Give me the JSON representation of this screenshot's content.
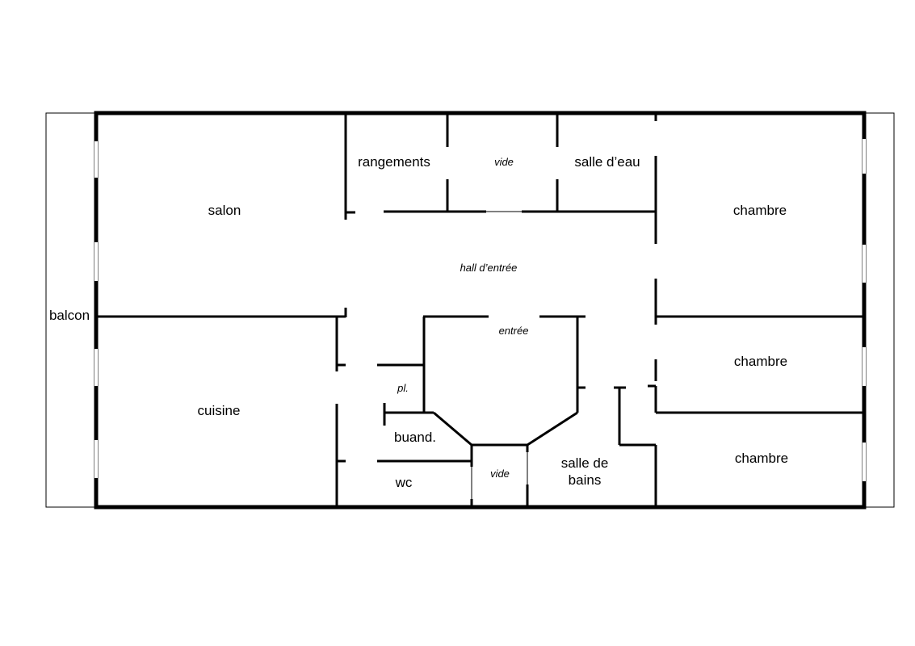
{
  "plan": {
    "rooms": {
      "salon": "salon",
      "rangements": "rangements",
      "vide_top": "vide",
      "salle_eau": "salle d’eau",
      "chambre_1": "chambre",
      "hall": "hall d’entrée",
      "balcon": "balcon",
      "entree": "entrée",
      "chambre_2": "chambre",
      "placard": "pl.",
      "cuisine": "cuisine",
      "buanderie": "buand.",
      "wc": "wc",
      "vide_bottom": "vide",
      "sdb_line1": "salle de",
      "sdb_line2": "bains",
      "chambre_3": "chambre"
    }
  }
}
